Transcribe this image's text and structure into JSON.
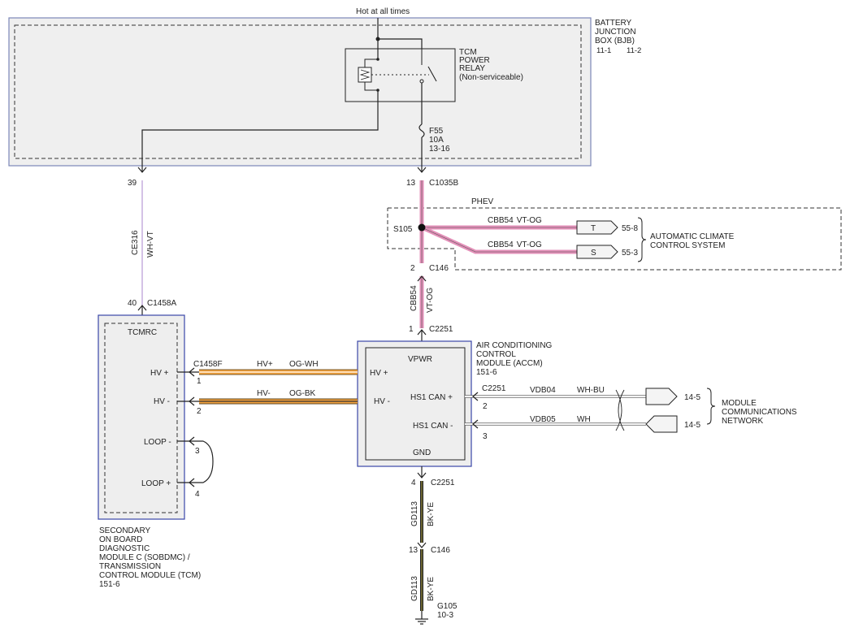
{
  "top": {
    "hot": "Hot at all times"
  },
  "bjb": {
    "name": [
      "BATTERY",
      "JUNCTION",
      "BOX (BJB)"
    ],
    "ref1": "11-1",
    "ref2": "11-2"
  },
  "relay": {
    "name": [
      "TCM",
      "POWER",
      "RELAY",
      "(Non-serviceable)"
    ]
  },
  "fuse": {
    "id": "F55",
    "rating": "10A",
    "ref": "13-16"
  },
  "c1035b": {
    "pin": "13",
    "name": "C1035B"
  },
  "phev": {
    "label": "PHEV"
  },
  "splice": {
    "id": "S105",
    "pin": "2",
    "connector": "C146"
  },
  "branch_top": {
    "circuit": "CBB54",
    "color": "VT-OG",
    "tag": "T",
    "ref": "55-8"
  },
  "branch_bottom": {
    "circuit": "CBB54",
    "color": "VT-OG",
    "tag": "S",
    "ref": "55-3"
  },
  "acs": {
    "name": [
      "AUTOMATIC CLIMATE",
      "CONTROL SYSTEM"
    ]
  },
  "vpwr_wire": {
    "circuit": "CBB54",
    "color": "VT-OG"
  },
  "c2251_top": {
    "pin": "1",
    "name": "C2251"
  },
  "accm": {
    "name": [
      "AIR CONDITIONING",
      "CONTROL",
      "MODULE (ACCM)",
      "151-6"
    ],
    "vpwr": "VPWR",
    "hvp": "HV +",
    "hvm": "HV -",
    "canp": "HS1 CAN +",
    "canm": "HS1 CAN -",
    "gnd": "GND"
  },
  "can": {
    "connector": "C2251",
    "pin_plus": "2",
    "pin_minus": "3",
    "plus": {
      "circuit": "VDB04",
      "color": "WH-BU",
      "ref": "14-5"
    },
    "minus": {
      "circuit": "VDB05",
      "color": "WH",
      "ref": "14-5"
    }
  },
  "mcn": {
    "name": [
      "MODULE",
      "COMMUNICATIONS",
      "NETWORK"
    ]
  },
  "gnd_wire": {
    "pin_c2251": "4",
    "c2251": "C2251",
    "circuit1": "GD113",
    "color1": "BK-YE",
    "pin_c146": "13",
    "c146": "C146",
    "circuit2": "GD113",
    "color2": "BK-YE",
    "ground": "G105",
    "ground_ref": "10-3"
  },
  "tcm_feed": {
    "pin_bjb": "39",
    "circuit": "CE316",
    "color": "WH-VT",
    "pin_c": "40",
    "connector": "C1458A"
  },
  "sobdmc": {
    "inner": "TCMRC",
    "hvp": "HV +",
    "hvm": "HV -",
    "loopm": "LOOP -",
    "loopp": "LOOP +",
    "name": [
      "SECONDARY",
      "ON BOARD",
      "DIAGNOSTIC",
      "MODULE C (SOBDMC) /",
      "TRANSMISSION",
      "CONTROL MODULE (TCM)",
      "151-6"
    ]
  },
  "hv": {
    "connector": "C1458F",
    "pin1": "1",
    "pin2": "2",
    "pin3": "3",
    "pin4": "4",
    "plus": {
      "circuit": "HV+",
      "color": "OG-WH"
    },
    "minus": {
      "circuit": "HV-",
      "color": "OG-BK"
    }
  }
}
